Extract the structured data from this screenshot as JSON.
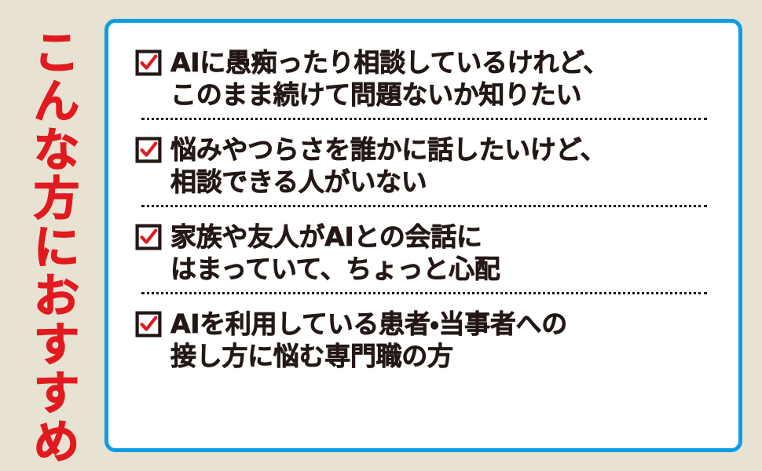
{
  "background_color": "#e8e2d3",
  "heading": {
    "text": "こんな方におすすめ",
    "orientation": "vertical",
    "color": "#e11a20",
    "chars": [
      "こ",
      "ん",
      "な",
      "方",
      "に",
      "お",
      "す",
      "す",
      "め"
    ]
  },
  "card": {
    "border_color": "#0b9ee5",
    "background_color": "#ffffff",
    "text_color": "#231815",
    "divider_color": "#231815",
    "checkbox": {
      "icon": "checkbox-checked-icon",
      "box_color": "#231815",
      "check_color": "#e11a20"
    },
    "items": [
      {
        "id": "item-1",
        "checked": true,
        "text": "AIに愚痴ったり相談しているけれど、\nこのまま続けて問題ないか知りたい",
        "lines": [
          "AIに愚痴ったり相談しているけれど、",
          "このまま続けて問題ないか知りたい"
        ]
      },
      {
        "id": "item-2",
        "checked": true,
        "text": "悩みやつらさを誰かに話したいけど、\n相談できる人がいない",
        "lines": [
          "悩みやつらさを誰かに話したいけど、",
          "相談できる人がいない"
        ]
      },
      {
        "id": "item-3",
        "checked": true,
        "text": "家族や友人がAIとの会話に\nはまっていて、ちょっと心配",
        "lines": [
          "家族や友人がAIとの会話に",
          "はまっていて、ちょっと心配"
        ]
      },
      {
        "id": "item-4",
        "checked": true,
        "text": "AIを利用している患者・当事者への\n接し方に悩む専門職の方",
        "lines": [
          "AIを利用している患者・当事者への",
          "接し方に悩む専門職の方"
        ]
      }
    ]
  }
}
